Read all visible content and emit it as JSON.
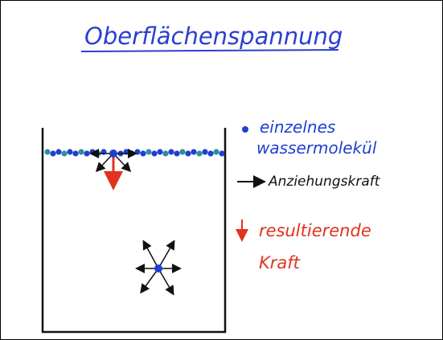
{
  "title": "Oberflächenspannung",
  "legend": {
    "molecule_label_line1": "einzelnes",
    "molecule_label_line2": "wassermolekül",
    "attraction_label": "Anziehungskraft",
    "resultant_label_line1": "resultierende",
    "resultant_label_line2": "Kraft"
  },
  "colors": {
    "title": "#2a3fd1",
    "molecule": "#1f3fd0",
    "surface_molecule": "#2b8fa0",
    "resultant": "#e0321e",
    "ink": "#111111"
  }
}
